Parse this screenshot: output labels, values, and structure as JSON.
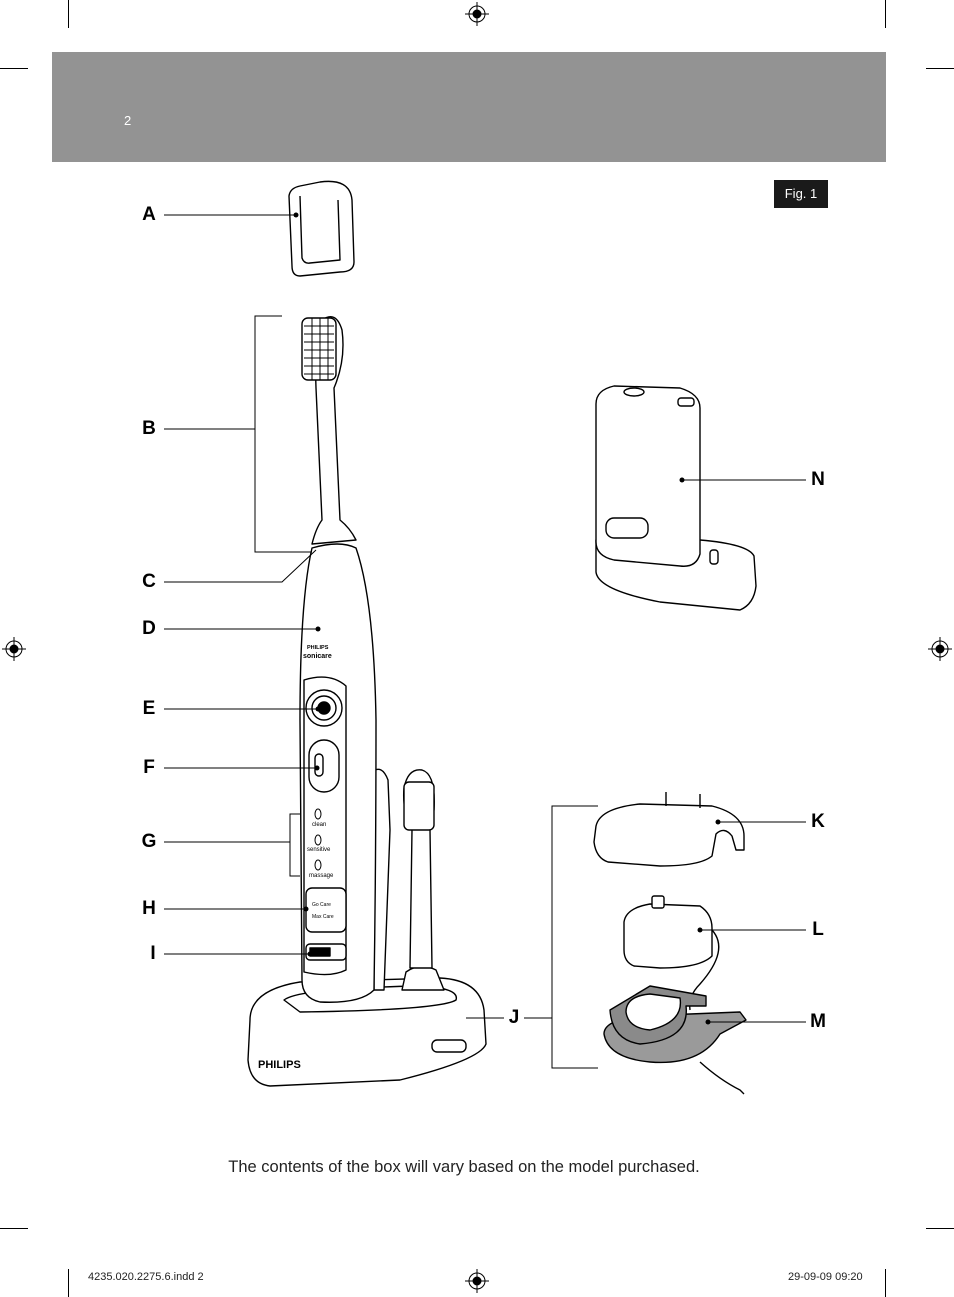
{
  "page": {
    "number": "2",
    "figure_label": "Fig. 1",
    "caption": "The contents of the box will vary based on the model purchased.",
    "slug_left": "4235.020.2275.6.indd   2",
    "slug_right": "29-09-09   09:20"
  },
  "callouts": [
    "A",
    "B",
    "C",
    "D",
    "E",
    "F",
    "G",
    "H",
    "I",
    "J",
    "K",
    "L",
    "M",
    "N"
  ],
  "device_text": {
    "brand_small": "PHILIPS",
    "product": "sonicare",
    "mode_clean": "clean",
    "mode_sensitive": "sensitive",
    "mode_massage": "massage",
    "routine_go": "Go Care",
    "routine_max": "Max Care",
    "base_brand": "PHILIPS"
  }
}
